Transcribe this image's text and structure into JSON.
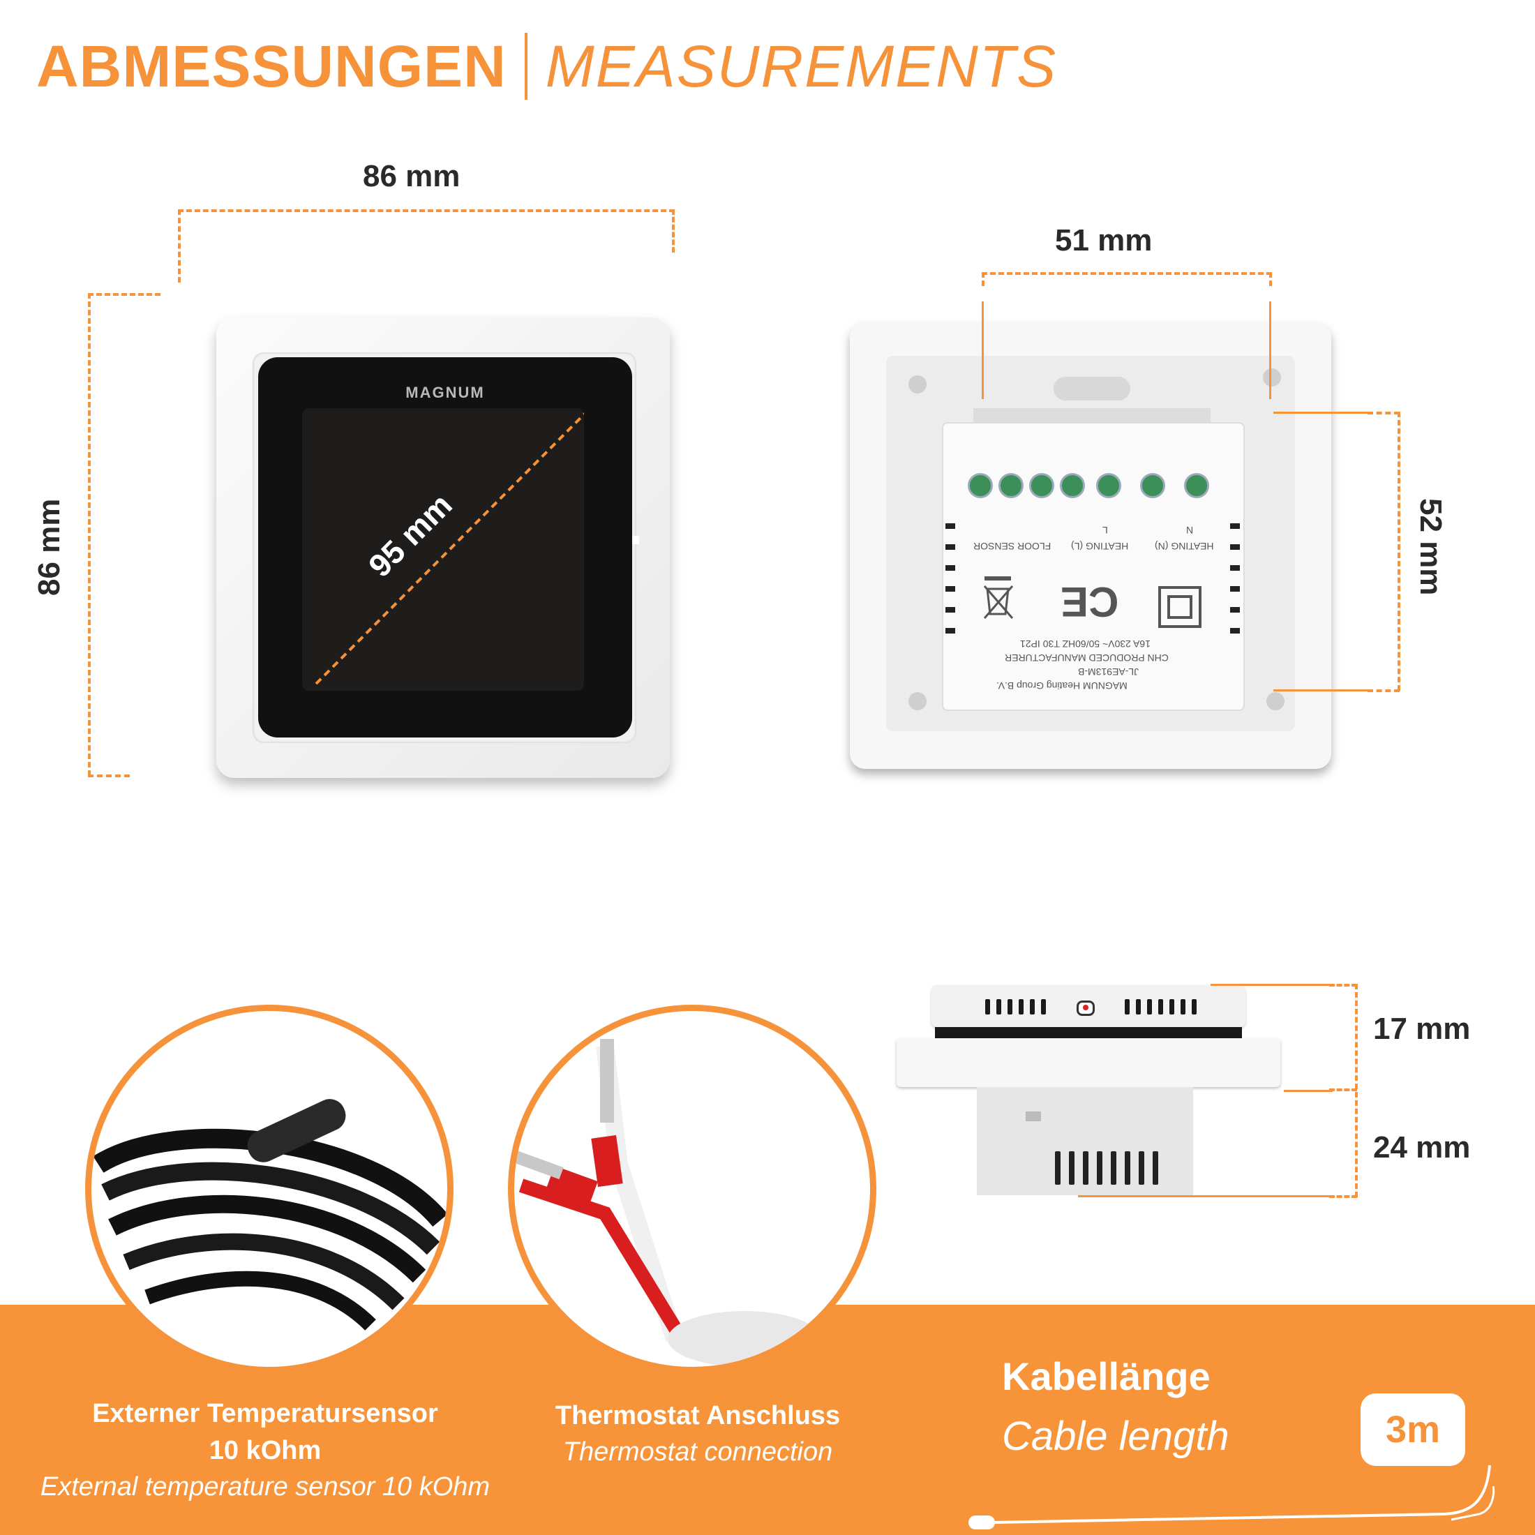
{
  "title": {
    "bold": "ABMESSUNGEN",
    "italic": "MEASUREMENTS"
  },
  "front": {
    "brand": "MAGNUM",
    "width": "86 mm",
    "height": "86 mm",
    "diagonal": "95 mm"
  },
  "back": {
    "width": "51 mm",
    "height": "52 mm",
    "label_floor": "FLOOR SENSOR",
    "label_heating_l": "HEATING (L)",
    "label_heating_n": "HEATING (N)",
    "label_l": "L",
    "label_n": "N",
    "rating": "16A 230V~ 50/60HZ T30 IP21",
    "manufacturer_line": "CHN PRODUCED MANUFACTURER",
    "model": "JL-AE913M-B",
    "company": "MAGNUM Heating Group B.V.",
    "ce": "CE"
  },
  "side": {
    "top_depth": "17 mm",
    "bottom_depth": "24 mm"
  },
  "sensor": {
    "title_de": "Externer Temperatursensor",
    "value": "10 kOhm",
    "title_en": "External temperature sensor 10 kOhm"
  },
  "connection": {
    "title_de": "Thermostat Anschluss",
    "title_en": "Thermostat connection"
  },
  "cable": {
    "title_de": "Kabellänge",
    "title_en": "Cable length",
    "length": "3m"
  },
  "colors": {
    "accent": "#f5923a",
    "band": "#f7943a"
  }
}
